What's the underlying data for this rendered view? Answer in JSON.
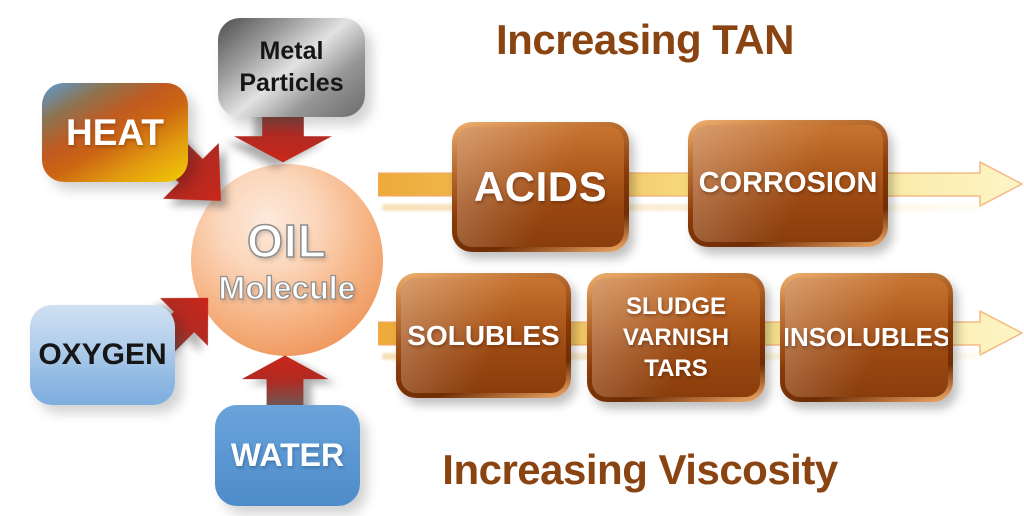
{
  "titles": {
    "tan": "Increasing TAN",
    "viscosity": "Increasing Viscosity"
  },
  "center": {
    "line1": "OIL",
    "line2": "Molecule"
  },
  "inputs": {
    "heat": "HEAT",
    "metal": "Metal Particles",
    "oxygen": "OXYGEN",
    "water": "WATER"
  },
  "tan_flow": {
    "steps": [
      "ACIDS",
      "CORROSION"
    ]
  },
  "viscosity_flow": {
    "steps": [
      "SOLUBLES",
      "SLUDGE VARNISH TARS",
      "INSOLUBLES"
    ]
  },
  "colors": {
    "title_brown": "#8a4412",
    "copper_face": "#a3511a",
    "band_gold": "#edaa3a",
    "band_cream": "#fdf5c6",
    "arrow_red": "#b8271d",
    "arrow_gray": "#63605e",
    "heat_blue": "#5b9bd5",
    "heat_yellow": "#f2cb05",
    "metal_gray": "#9b9b9b",
    "oxygen_blue": "#b3cfeb",
    "water_blue": "#5b98d3",
    "oil_orange": "#f09a60"
  }
}
